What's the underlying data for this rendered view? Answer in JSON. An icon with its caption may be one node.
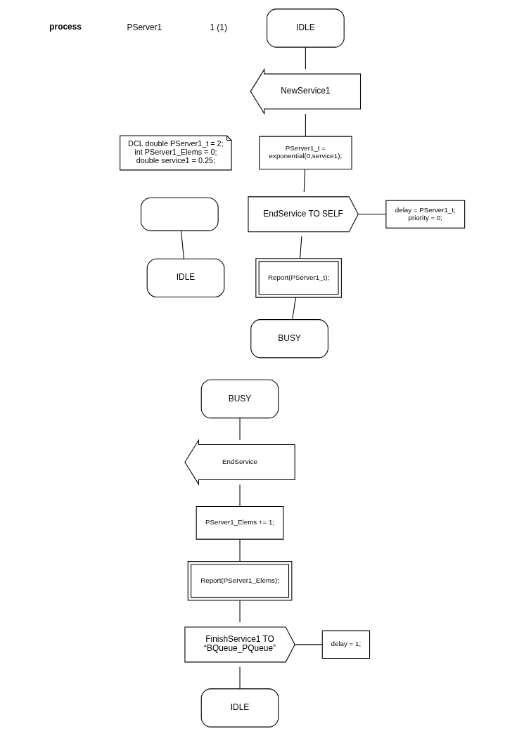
{
  "diagram": {
    "nodes": [
      {
        "text": [
          "DCL double PServer1_t = 2; int PServer1_Elems = 0; double service1 = 0.25;"
        ]
      },
      {
        "text": [],
        "shape": "oval"
      },
      {
        "text": [
          "IDLE"
        ]
      },
      {
        "text": [
          "IDLE"
        ]
      },
      {
        "text": [
          "NewService1"
        ]
      },
      {
        "text": [
          "PServer1_t = exponential(0,service1);"
        ]
      },
      {
        "text": [
          "EndService TO SELF"
        ]
      },
      {
        "text": [
          "delay = PServer1_t; priority = 0;"
        ]
      },
      {
        "text": [
          "Report(PServer1_t);"
        ]
      },
      {
        "text": [
          "BUSY"
        ]
      },
      {
        "text": [
          "BUSY"
        ]
      },
      {
        "text": [
          "EndService"
        ]
      },
      {
        "text": [
          "PServer1_Elems += 1;"
        ]
      },
      {
        "text": [
          "Report(PServer1_Elems);"
        ]
      },
      {
        "text": [
          "FinishService1 TO “BQueue_PQueue”"
        ]
      },
      {
        "text": [
          "delay = 1;"
        ]
      },
      {
        "text": [
          "IDLE"
        ]
      }
    ],
    "edges": [
      {
        "from": 1,
        "to": 2,
        "arrow": "none"
      },
      {
        "from": 3,
        "to": 4,
        "arrow": "none"
      },
      {
        "from": 4,
        "to": 5,
        "arrow": "none"
      },
      {
        "from": 5,
        "to": 6,
        "arrow": "none"
      },
      {
        "from": 6,
        "to": 7,
        "arrow": "none"
      },
      {
        "from": 6,
        "to": 8,
        "arrow": "none"
      },
      {
        "from": 8,
        "to": 10,
        "arrow": "none"
      },
      {
        "from": 9,
        "to": 11,
        "arrow": "none"
      },
      {
        "from": 11,
        "to": 12,
        "arrow": "none"
      },
      {
        "from": 12,
        "to": 13,
        "arrow": "none"
      },
      {
        "from": 13,
        "to": 14,
        "arrow": "none"
      },
      {
        "from": 14,
        "to": 15,
        "arrow": "none"
      },
      {
        "from": 14,
        "to": 16,
        "arrow": "none"
      }
    ],
    "labels": [
      "process",
      "PServer1",
      "1 (1)"
    ]
  }
}
